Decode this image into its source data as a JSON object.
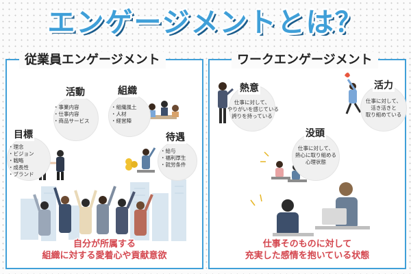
{
  "page": {
    "title": "エンゲージメントとは？",
    "accent_color": "#3f9fd8",
    "caption_color": "#d4474f"
  },
  "left_panel": {
    "heading": "従業員エンゲージメント",
    "activity": {
      "title": "活動",
      "items": [
        "事業内容",
        "仕事内容",
        "商品サービス"
      ]
    },
    "organization": {
      "title": "組織",
      "items": [
        "組織風土",
        "人材",
        "経営陣"
      ]
    },
    "goals": {
      "title": "目標",
      "items": [
        "理念",
        "ビジョン",
        "戦略",
        "成長性",
        "ブランド"
      ]
    },
    "treatment": {
      "title": "待遇",
      "items": [
        "給与",
        "福利厚生",
        "就労条件"
      ]
    },
    "caption_lines": [
      "自分が所属する",
      "組織に対する愛着心や貢献意欲"
    ]
  },
  "right_panel": {
    "heading": "ワークエンゲージメント",
    "enthusiasm": {
      "title": "熱意",
      "lines": [
        "仕事に対して、",
        "やりがいを感じている",
        "誇りを持っている"
      ]
    },
    "vigor": {
      "title": "活力",
      "lines": [
        "仕事に対して、",
        "活き活きと",
        "取り組めている"
      ]
    },
    "absorption": {
      "title": "没頭",
      "lines": [
        "仕事に対して、",
        "熱心に取り組める",
        "心理状態"
      ]
    },
    "caption_lines": [
      "仕事そのものに対して",
      "充実した感情を抱いている状態"
    ]
  }
}
